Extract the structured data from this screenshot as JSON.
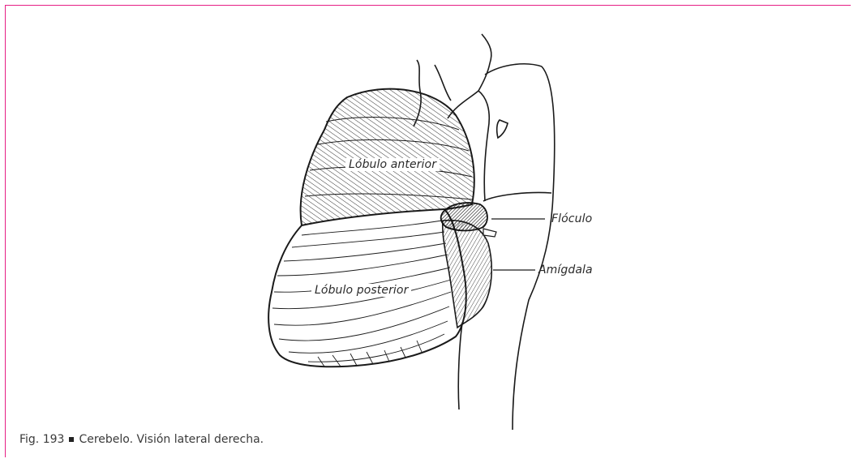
{
  "figure": {
    "labels": {
      "anterior": "Lóbulo anterior",
      "posterior": "Lóbulo posterior",
      "floculo": "Flóculo",
      "amigdala": "Amígdala"
    },
    "caption": {
      "number": "Fig. 193",
      "text": "Cerebelo. Visión lateral derecha."
    },
    "colors": {
      "frame": "#e61f85",
      "ink": "#1a1a1a"
    }
  }
}
